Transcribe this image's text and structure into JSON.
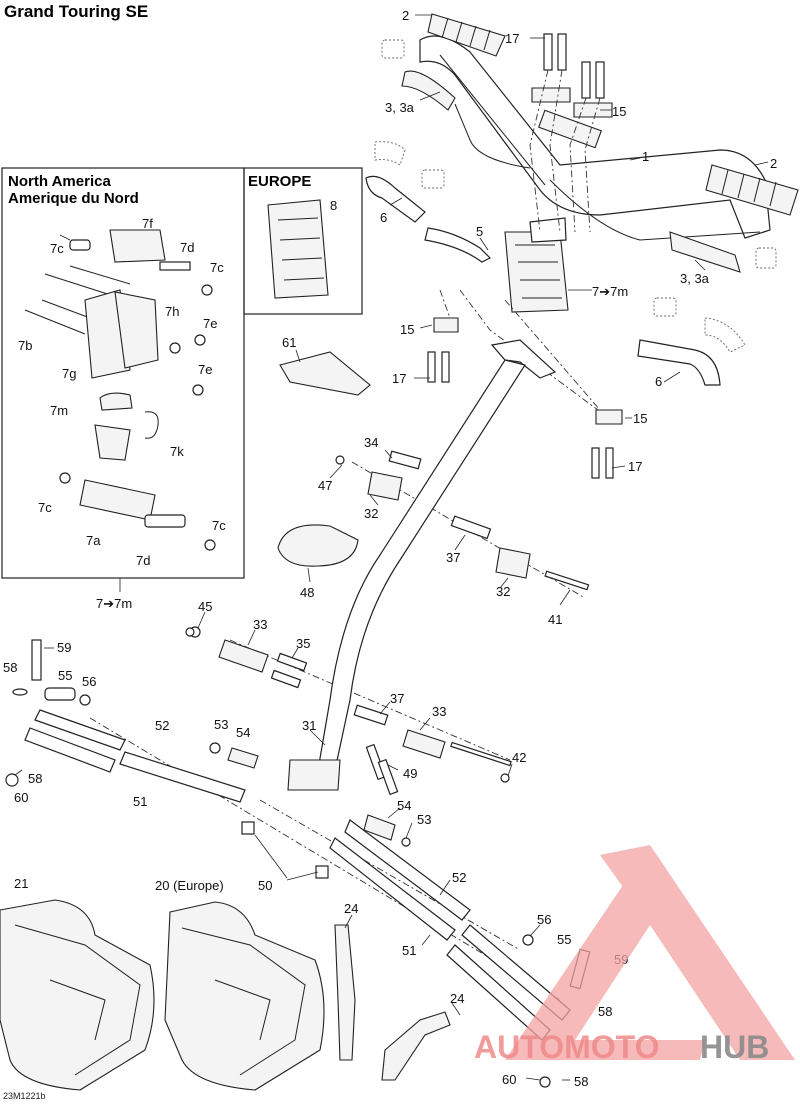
{
  "title": "Grand Touring SE",
  "boxes": {
    "north_america_line1": "North America",
    "north_america_line2": "Amerique du Nord",
    "europe": "EUROPE"
  },
  "footer_code": "23M1221b",
  "watermark": {
    "part1": "AUTOMOTO",
    "part2": "HUB",
    "color_main": "#f08a8a",
    "color_secondary": "#8a8a8a"
  },
  "callouts": {
    "c2a": "2",
    "c17a": "17",
    "c3a": "3, 3a",
    "c15a": "15",
    "c1": "1",
    "c2b": "2",
    "c6a": "6",
    "c5": "5",
    "c3b": "3, 3a",
    "c7m_main": "7➔7m",
    "c15b": "15",
    "c17b": "17",
    "c6b": "6",
    "c61": "61",
    "c15c": "15",
    "c17c": "17",
    "c34": "34",
    "c47": "47",
    "c32a": "32",
    "c48": "48",
    "c37a": "37",
    "c32b": "32",
    "c41": "41",
    "c8": "8",
    "c7f": "7f",
    "c7c1": "7c",
    "c7d1": "7d",
    "c7c2": "7c",
    "c7h": "7h",
    "c7e1": "7e",
    "c7b": "7b",
    "c7g": "7g",
    "c7e2": "7e",
    "c7m": "7m",
    "c7k": "7k",
    "c7c3": "7c",
    "c7c4": "7c",
    "c7a": "7a",
    "c7d2": "7d",
    "c7to7m": "7➔7m",
    "c45": "45",
    "c33a": "33",
    "c35": "35",
    "c59a": "59",
    "c58a": "58",
    "c55a": "55",
    "c56a": "56",
    "c52a": "52",
    "c53a": "53",
    "c54a": "54",
    "c31": "31",
    "c37b": "37",
    "c33b": "33",
    "c58b": "58",
    "c60a": "60",
    "c51a": "51",
    "c49": "49",
    "c42": "42",
    "c54b": "54",
    "c53b": "53",
    "c50": "50",
    "c21": "21",
    "c20": "20 (Europe)",
    "c24a": "24",
    "c52b": "52",
    "c51b": "51",
    "c56b": "56",
    "c55b": "55",
    "c59b": "59",
    "c58c": "58",
    "c24b": "24",
    "c60b": "60",
    "c58d": "58"
  }
}
